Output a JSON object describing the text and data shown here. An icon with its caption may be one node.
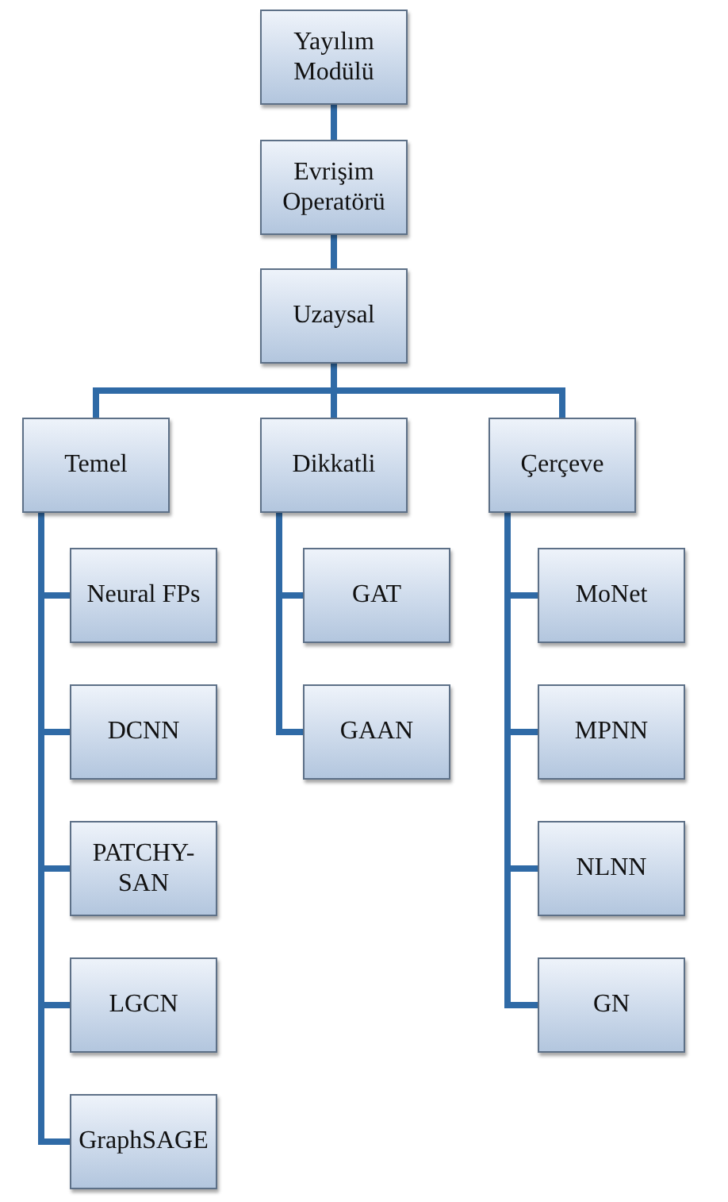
{
  "diagram": {
    "nodes": [
      {
        "text": [
          "Yayılım Modülü"
        ]
      },
      {
        "text": [
          "Evrişim Operatörü"
        ]
      },
      {
        "text": [
          "Uzaysal"
        ]
      },
      {
        "text": [
          "Temel"
        ]
      },
      {
        "text": [
          "Dikkatli"
        ]
      },
      {
        "text": [
          "Çerçeve"
        ]
      },
      {
        "text": [
          "Neural FPs"
        ]
      },
      {
        "text": [
          "DCNN"
        ]
      },
      {
        "text": [
          "PATCHY-SAN"
        ]
      },
      {
        "text": [
          "LGCN"
        ]
      },
      {
        "text": [
          "GraphSAGE"
        ]
      },
      {
        "text": [
          "GAT"
        ]
      },
      {
        "text": [
          "GAAN"
        ]
      },
      {
        "text": [
          "MoNet"
        ]
      },
      {
        "text": [
          "MPNN"
        ]
      },
      {
        "text": [
          "NLNN"
        ]
      },
      {
        "text": [
          "GN"
        ]
      }
    ],
    "edges": [
      {
        "from": 0,
        "to": 1,
        "arrow": "none"
      },
      {
        "from": 1,
        "to": 2,
        "arrow": "none"
      },
      {
        "from": 2,
        "to": 3,
        "arrow": "none"
      },
      {
        "from": 2,
        "to": 4,
        "arrow": "none"
      },
      {
        "from": 2,
        "to": 5,
        "arrow": "none"
      },
      {
        "from": 3,
        "to": 6,
        "arrow": "none"
      },
      {
        "from": 3,
        "to": 7,
        "arrow": "none"
      },
      {
        "from": 3,
        "to": 8,
        "arrow": "none"
      },
      {
        "from": 3,
        "to": 9,
        "arrow": "none"
      },
      {
        "from": 3,
        "to": 10,
        "arrow": "none"
      },
      {
        "from": 4,
        "to": 11,
        "arrow": "none"
      },
      {
        "from": 4,
        "to": 12,
        "arrow": "none"
      },
      {
        "from": 5,
        "to": 13,
        "arrow": "none"
      },
      {
        "from": 5,
        "to": 14,
        "arrow": "none"
      },
      {
        "from": 5,
        "to": 15,
        "arrow": "none"
      },
      {
        "from": 5,
        "to": 16,
        "arrow": "none"
      }
    ]
  }
}
